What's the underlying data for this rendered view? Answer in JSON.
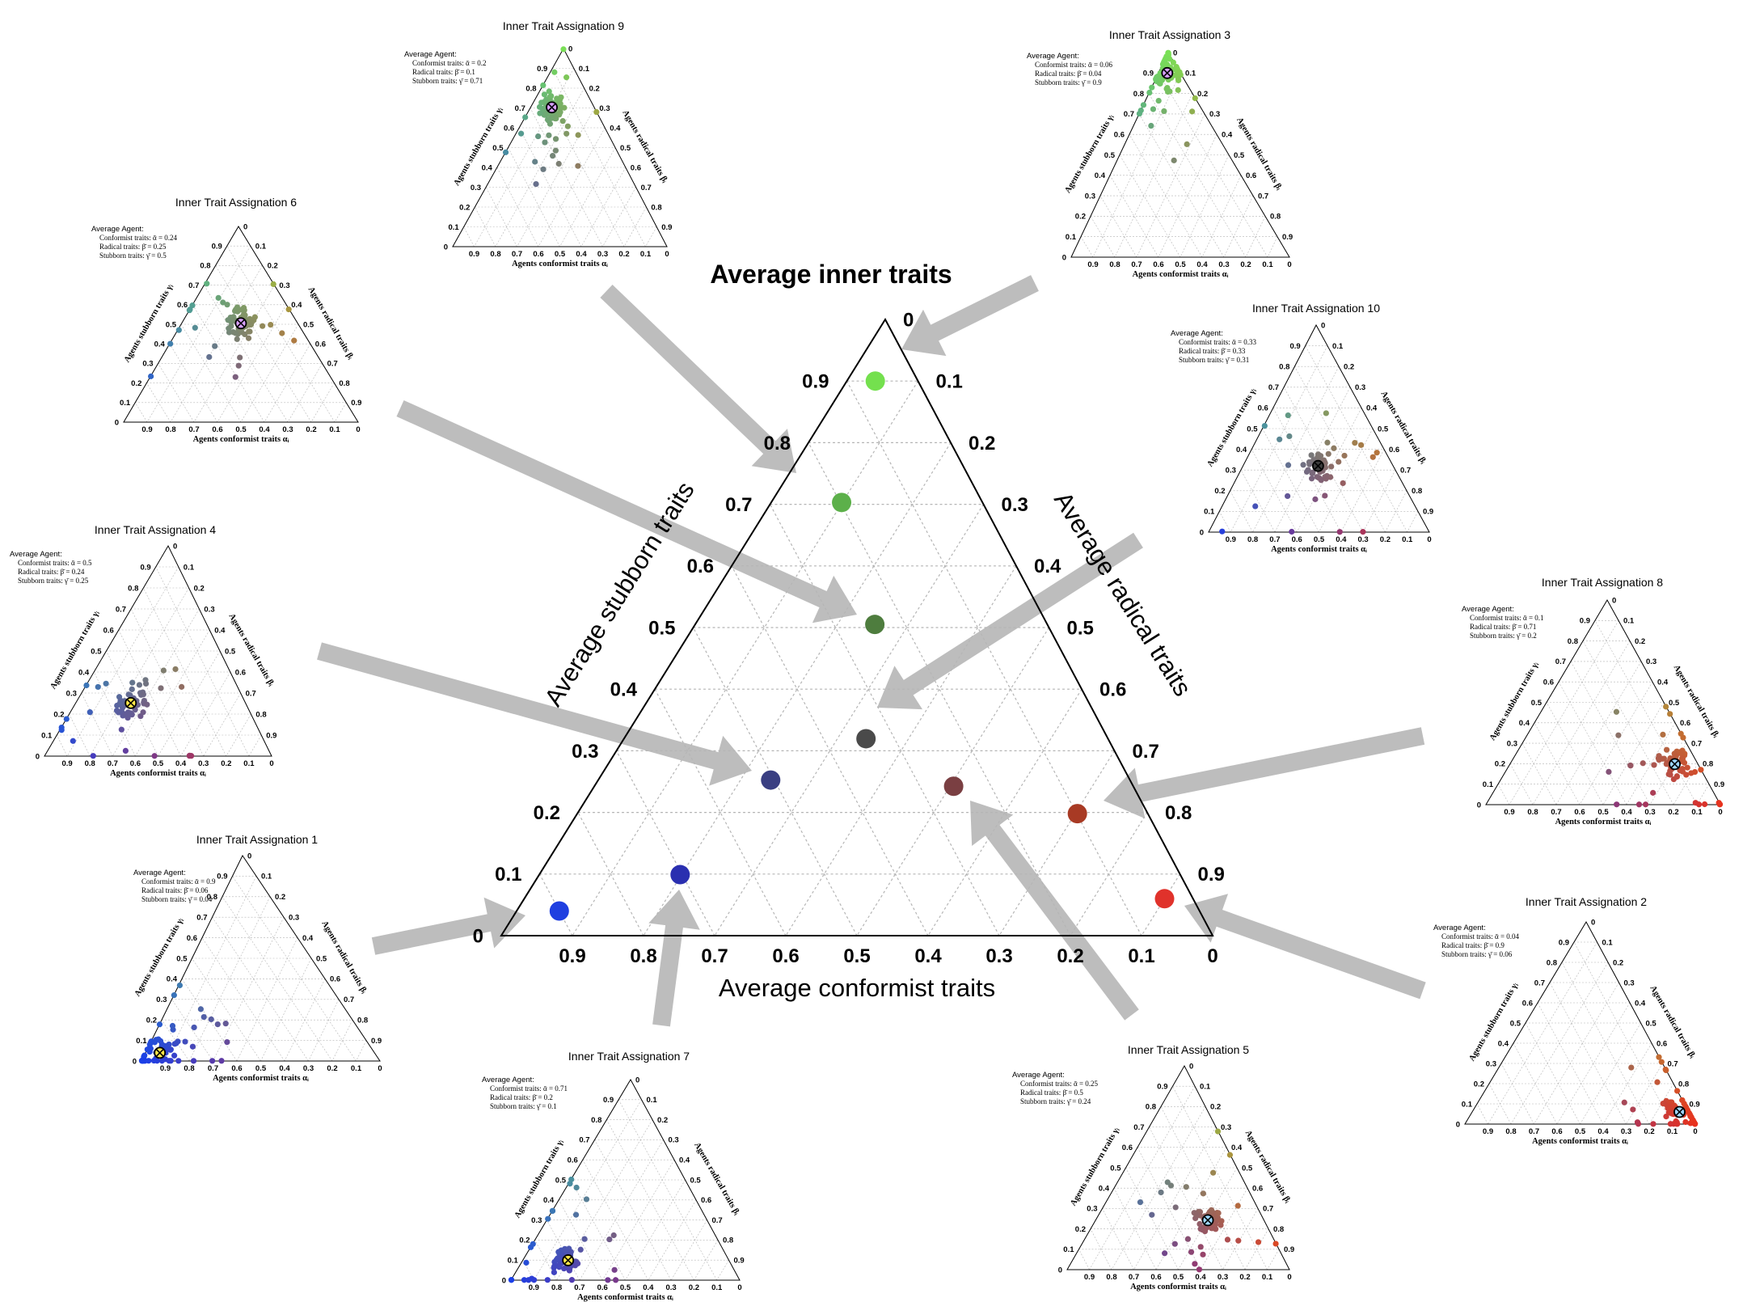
{
  "main": {
    "title": "Average inner traits",
    "axis_left": "Average stubborn traits",
    "axis_right": "Average radical traits",
    "axis_bottom": "Average conformist traits"
  },
  "ticks": [
    "0",
    "0.1",
    "0.2",
    "0.3",
    "0.4",
    "0.5",
    "0.6",
    "0.7",
    "0.8",
    "0.9"
  ],
  "mini_labels": {
    "avg_header": "Average Agent:",
    "conf_prefix": "Conformist traits: ᾱ = ",
    "rad_prefix": "Radical traits: β̄ = ",
    "stub_prefix": "Stubborn traits: γ̄ = ",
    "axis_left": "Agents stubborn traits γᵢ",
    "axis_right": "Agents radical traits βᵢ",
    "axis_bottom": "Agents conformist traits αᵢ"
  },
  "chart_data": {
    "type": "scatter",
    "subtype": "ternary",
    "title": "Average inner traits",
    "axes": {
      "a": "Average conformist traits",
      "b": "Average radical traits",
      "c": "Average stubborn traits"
    },
    "ticks": [
      0,
      0.1,
      0.2,
      0.3,
      0.4,
      0.5,
      0.6,
      0.7,
      0.8,
      0.9
    ],
    "grid": true,
    "points": [
      {
        "assignation": 1,
        "alpha": 0.9,
        "beta": 0.06,
        "gamma": 0.04,
        "color": "#1f3fe0"
      },
      {
        "assignation": 2,
        "alpha": 0.04,
        "beta": 0.9,
        "gamma": 0.06,
        "color": "#e0322b"
      },
      {
        "assignation": 3,
        "alpha": 0.06,
        "beta": 0.04,
        "gamma": 0.9,
        "color": "#74e04e"
      },
      {
        "assignation": 4,
        "alpha": 0.5,
        "beta": 0.24,
        "gamma": 0.25,
        "color": "#3a3f82"
      },
      {
        "assignation": 5,
        "alpha": 0.25,
        "beta": 0.5,
        "gamma": 0.24,
        "color": "#7a3f42"
      },
      {
        "assignation": 6,
        "alpha": 0.24,
        "beta": 0.25,
        "gamma": 0.5,
        "color": "#4e7d3e"
      },
      {
        "assignation": 7,
        "alpha": 0.71,
        "beta": 0.2,
        "gamma": 0.1,
        "color": "#2a2fb0"
      },
      {
        "assignation": 8,
        "alpha": 0.1,
        "beta": 0.71,
        "gamma": 0.2,
        "color": "#a83a24"
      },
      {
        "assignation": 9,
        "alpha": 0.2,
        "beta": 0.1,
        "gamma": 0.71,
        "color": "#5cb04a"
      },
      {
        "assignation": 10,
        "alpha": 0.33,
        "beta": 0.33,
        "gamma": 0.31,
        "color": "#4a4a4a"
      }
    ],
    "subplots": [
      {
        "title": "Inner Trait Assignation 1",
        "alpha": "0.9",
        "beta": "0.06",
        "gamma": "0.04"
      },
      {
        "title": "Inner Trait Assignation 2",
        "alpha": "0.04",
        "beta": "0.9",
        "gamma": "0.06"
      },
      {
        "title": "Inner Trait Assignation 3",
        "alpha": "0.06",
        "beta": "0.04",
        "gamma": "0.9"
      },
      {
        "title": "Inner Trait Assignation 4",
        "alpha": "0.5",
        "beta": "0.24",
        "gamma": "0.25"
      },
      {
        "title": "Inner Trait Assignation 5",
        "alpha": "0.25",
        "beta": "0.5",
        "gamma": "0.24"
      },
      {
        "title": "Inner Trait Assignation 6",
        "alpha": "0.24",
        "beta": "0.25",
        "gamma": "0.5"
      },
      {
        "title": "Inner Trait Assignation 7",
        "alpha": "0.71",
        "beta": "0.2",
        "gamma": "0.1"
      },
      {
        "title": "Inner Trait Assignation 8",
        "alpha": "0.1",
        "beta": "0.71",
        "gamma": "0.2"
      },
      {
        "title": "Inner Trait Assignation 9",
        "alpha": "0.2",
        "beta": "0.1",
        "gamma": "0.71"
      },
      {
        "title": "Inner Trait Assignation 10",
        "alpha": "0.33",
        "beta": "0.33",
        "gamma": "0.31"
      }
    ]
  }
}
